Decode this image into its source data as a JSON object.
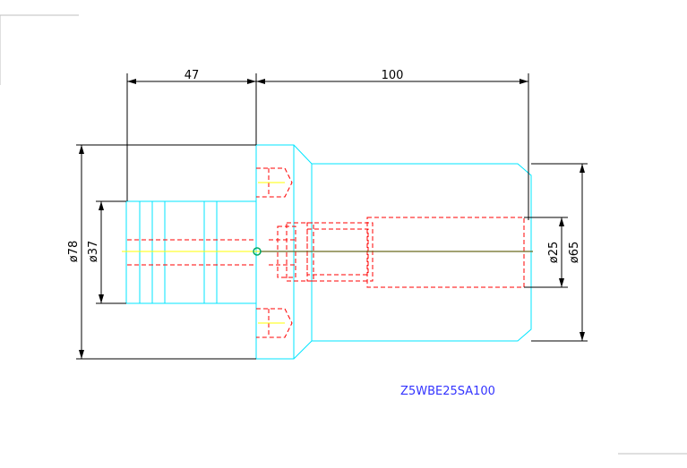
{
  "dimensions": {
    "length_47": "47",
    "length_100": "100",
    "dia_78": "ø78",
    "dia_37": "ø37",
    "dia_25": "ø25",
    "dia_65": "ø65"
  },
  "part_number": "Z5WBE25SA100",
  "colors": {
    "outline": "#00e5ff",
    "hidden": "#ff0000",
    "centerline": "#ffff00",
    "dimension": "#000000",
    "label": "#3333ff",
    "axis_green": "#00aa66"
  }
}
